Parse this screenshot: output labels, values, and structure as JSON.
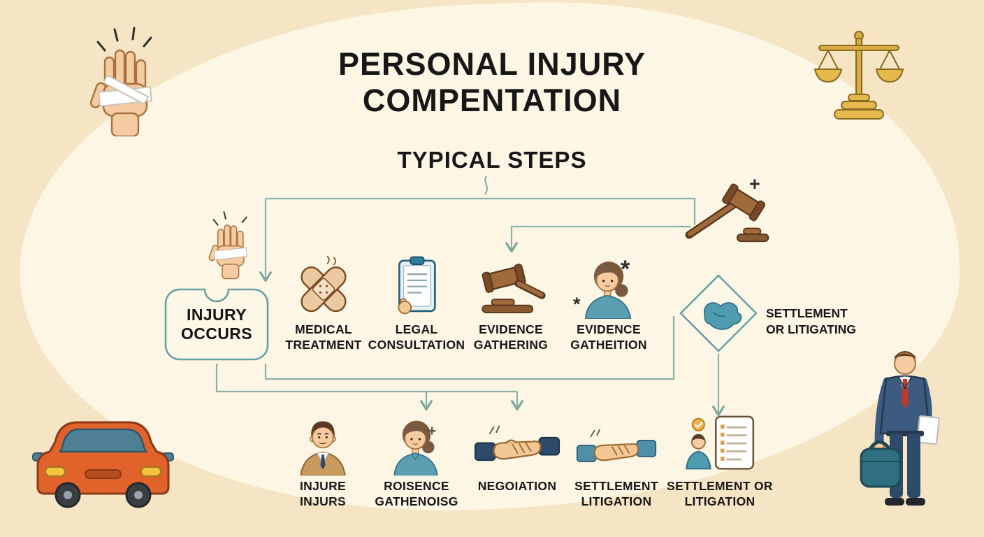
{
  "title": {
    "line1": "PERSONAL INJURY",
    "line2": "COMPENTATION"
  },
  "subtitle": "TYPICAL STEPS",
  "flowchart": {
    "injury_occurs": {
      "line1": "INJURY",
      "line2": "OCCURS"
    },
    "top_steps": [
      {
        "icon": "bandage-cross-icon",
        "line1": "MEDICAL",
        "line2": "TREATMENT"
      },
      {
        "icon": "clipboard-icon",
        "line1": "LEGAL",
        "line2": "CONSULTATION"
      },
      {
        "icon": "gavel-icon",
        "line1": "EVIDENCE",
        "line2": "GATHERING"
      },
      {
        "icon": "woman-icon",
        "line1": "EVIDENCE",
        "line2": "GATHEITION"
      }
    ],
    "settlement_node": {
      "icon": "settlement-diamond-icon",
      "line1": "SETTLEMENT",
      "line2": "OR LITIGATING"
    },
    "bottom_steps": [
      {
        "icon": "man-icon",
        "line1": "INJURE",
        "line2": "INJURS"
      },
      {
        "icon": "woman-icon",
        "line1": "ROISENCE",
        "line2": "GATHENOISG"
      },
      {
        "icon": "handshake-icon",
        "line1": "NEGOIATION",
        "line2": ""
      },
      {
        "icon": "handshake-icon",
        "line1": "SETTLEMENT",
        "line2": "LITIGATION"
      },
      {
        "icon": "checklist-person-icon",
        "line1": "SETTLEMENT OR",
        "line2": "LITIGATION"
      }
    ]
  },
  "sparkles": {
    "asterisk": "*",
    "plus": "+"
  },
  "colors": {
    "background": "#f5e5c4",
    "blob": "#fdf6e5",
    "connector_line": "#8bb0ab",
    "text": "#171717",
    "accent_teal": "#4f9bb0",
    "accent_orange": "#e2622b",
    "accent_navy": "#2e4a6b",
    "skin_tan": "#f5cba2",
    "wood_brown": "#8a5a30",
    "gold": "#e5b94e"
  }
}
